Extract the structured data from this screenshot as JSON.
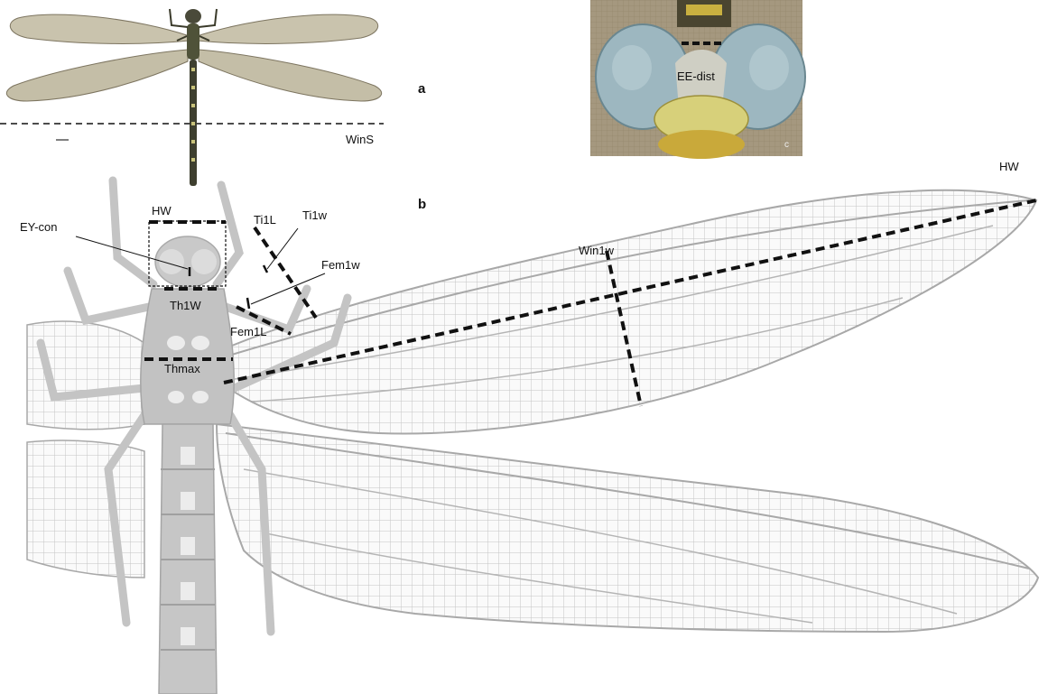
{
  "panels": {
    "a": "a",
    "b": "b",
    "c": "c"
  },
  "labels": {
    "wins": "WinS",
    "hw_thorax": "HW",
    "hw_wing": "HW",
    "ey_con": "EY-con",
    "ti1l": "Ti1L",
    "ti1w": "Ti1w",
    "fem1w": "Fem1w",
    "th1w": "Th1W",
    "fem1l": "Fem1L",
    "thmax": "Thmax",
    "win1w": "Win1w",
    "ee_dist": "EE-dist"
  },
  "colors": {
    "wing_vein": "#b9b9b9",
    "body_grey": "#bdbdbd",
    "dashed_line": "#111111",
    "photo_bg": "#8a7a5c",
    "eye_blue": "#9db7c0",
    "face_yellow": "#d7d07a"
  }
}
